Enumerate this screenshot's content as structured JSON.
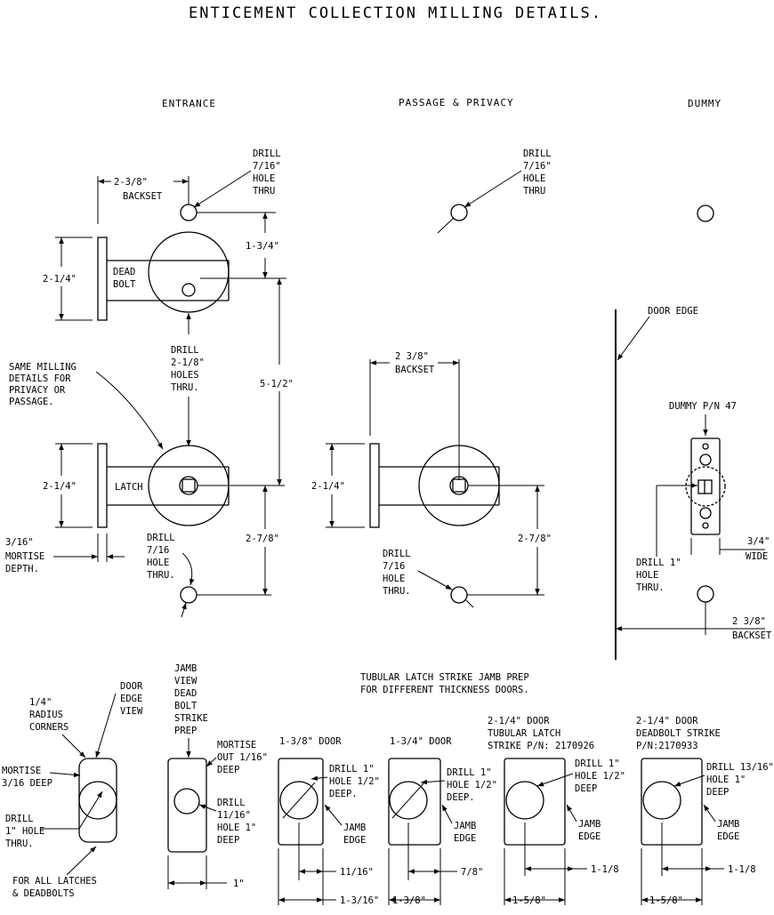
{
  "title": "ENTICEMENT COLLECTION MILLING DETAILS.",
  "sections": {
    "entrance": "ENTRANCE",
    "passage_privacy": "PASSAGE & PRIVACY",
    "dummy": "DUMMY"
  },
  "entrance": {
    "drill_top": [
      "DRILL",
      "7/16\"",
      "HOLE",
      "THRU"
    ],
    "backset_val": "2-3/8\"",
    "backset_lbl": "BACKSET",
    "dim_134": "1-3/4\"",
    "dim_214_a": "2-1/4\"",
    "dead_bolt": [
      "DEAD",
      "BOLT"
    ],
    "drill_mid": [
      "DRILL",
      "2-1/8\"",
      "HOLES",
      "THRU."
    ],
    "same_milling": [
      "SAME MILLING",
      "DETAILS FOR",
      "PRIVACY OR",
      "PASSAGE."
    ],
    "dim_512": "5-1/2\"",
    "dim_214_b": "2-1/4\"",
    "latch": "LATCH",
    "mortise_depth": [
      "3/16\"",
      "MORTISE",
      "DEPTH."
    ],
    "drill_bot": [
      "DRILL",
      "7/16",
      "HOLE",
      "THRU."
    ],
    "dim_278": "2-7/8\""
  },
  "passage": {
    "drill_top": [
      "DRILL",
      "7/16\"",
      "HOLE",
      "THRU"
    ],
    "backset_val": "2 3/8\"",
    "backset_lbl": "BACKSET",
    "dim_214": "2-1/4\"",
    "drill_bot": [
      "DRILL",
      "7/16",
      "HOLE",
      "THRU."
    ],
    "dim_278": "2-7/8\""
  },
  "dummy": {
    "door_edge": "DOOR EDGE",
    "part_no": "DUMMY P/N 47",
    "drill": [
      "DRILL 1\"",
      "HOLE",
      "THRU."
    ],
    "width": [
      "3/4\"",
      "WIDE"
    ],
    "backset": [
      "2 3/8\"",
      "BACKSET"
    ]
  },
  "bottom": {
    "radius": [
      "1/4\"",
      "RADIUS",
      "CORNERS"
    ],
    "door_edge_view": [
      "DOOR",
      "EDGE",
      "VIEW"
    ],
    "mortise": [
      "MORTISE",
      "3/16 DEEP"
    ],
    "drill_1": [
      "DRILL",
      "1\" HOLE",
      "THRU."
    ],
    "for_all": [
      "FOR ALL LATCHES",
      "& DEADBOLTS"
    ],
    "jamb_view": [
      "JAMB",
      "VIEW",
      "DEAD",
      "BOLT",
      "STRIKE",
      "PREP"
    ],
    "mortise_out": [
      "MORTISE",
      "OUT 1/16\"",
      "DEEP"
    ],
    "drill_1116": [
      "DRILL",
      "11/16\"",
      "HOLE 1\"",
      "DEEP"
    ],
    "dim_1": "1\"",
    "tubular_title": [
      "TUBULAR LATCH STRIKE JAMB PREP",
      "FOR DIFFERENT THICKNESS DOORS."
    ],
    "door_138": "1-3/8\" DOOR",
    "door_134": "1-3/4\" DOOR",
    "drill_half_a": [
      "DRILL 1\"",
      "HOLE 1/2\"",
      "DEEP."
    ],
    "drill_half_b": [
      "DRILL 1\"",
      "HOLE 1/2\"",
      "DEEP."
    ],
    "jamb_edge_a": [
      "JAMB",
      "EDGE"
    ],
    "jamb_edge_b": [
      "JAMB",
      "EDGE"
    ],
    "dim_1116": "11/16\"",
    "dim_78": "7/8\"",
    "dim_1316": "1-3/16\"",
    "dim_138": "1-3/8\"",
    "tubular_214": [
      "2-1/4\" DOOR",
      "TUBULAR LATCH",
      "STRIKE P/N: 2170926"
    ],
    "deadbolt_214": [
      "2-1/4\" DOOR",
      "DEADBOLT STRIKE",
      "P/N:2170933"
    ],
    "drill_half_c": [
      "DRILL 1\"",
      "HOLE 1/2\"",
      "DEEP"
    ],
    "drill_1316": [
      "DRILL 13/16\"",
      "HOLE 1\"",
      "DEEP"
    ],
    "jamb_edge_c": [
      "JAMB",
      "EDGE"
    ],
    "jamb_edge_d": [
      "JAMB",
      "EDGE"
    ],
    "dim_118_a": "1-1/8",
    "dim_118_b": "1-1/8",
    "dim_158_a": "1-5/8\"",
    "dim_158_b": "1-5/8\""
  }
}
